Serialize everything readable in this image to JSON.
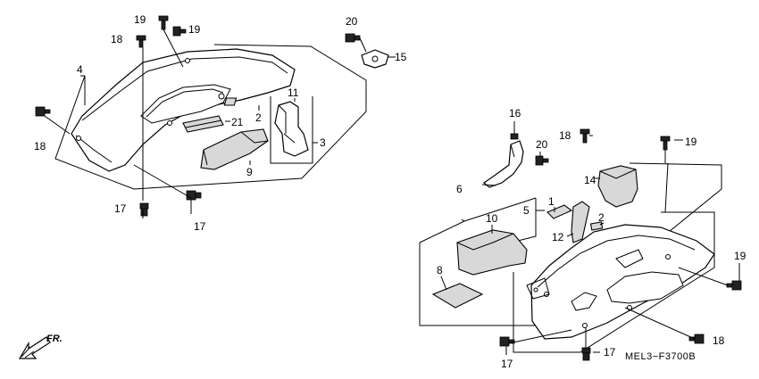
{
  "diagram": {
    "code": "MEL3−F3700B",
    "front_label": "FR.",
    "callouts": {
      "c19a": "19",
      "c19b": "19",
      "c18a": "18",
      "c20a": "20",
      "c15": "15",
      "c4": "4",
      "c11": "11",
      "c2a": "2",
      "c21": "21",
      "c3": "3",
      "c9": "9",
      "c18b": "18",
      "c17a": "17",
      "c17b": "17",
      "c16": "16",
      "c18c": "18",
      "c19c": "19",
      "c20b": "20",
      "c14": "14",
      "c6": "6",
      "c1": "1",
      "c5": "5",
      "c10": "10",
      "c2b": "2",
      "c12": "12",
      "c8": "8",
      "c19d": "19",
      "c18d": "18",
      "c17c": "17",
      "c17d": "17"
    }
  }
}
